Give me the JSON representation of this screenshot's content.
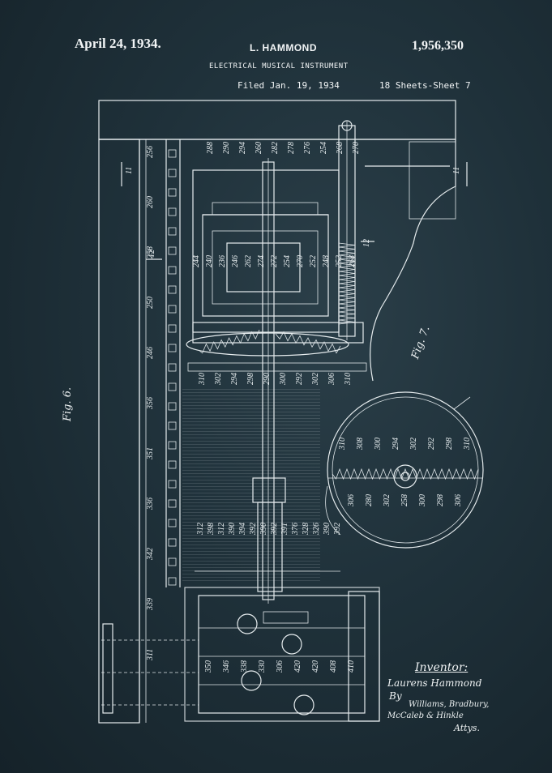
{
  "header": {
    "date": "April 24, 1934.",
    "inventor": "L. HAMMOND",
    "patent_number": "1,956,350",
    "title": "ELECTRICAL MUSICAL INSTRUMENT",
    "filed": "Filed Jan. 19, 1934",
    "sheets": "18 Sheets-Sheet 7"
  },
  "figures": {
    "fig6": "Fig. 6.",
    "fig7": "Fig. 7."
  },
  "signature": {
    "inventor_label": "Inventor:",
    "inventor_name": "Laurens Hammond",
    "by": "By",
    "attorney_1": "Williams, Bradbury,",
    "attorney_2": "McCaleb & Hinkle",
    "attorney_3": "Attys."
  },
  "reference_numerals": {
    "section_marks": [
      "11",
      "11",
      "12",
      "12"
    ],
    "left_column": [
      "256",
      "260",
      "258",
      "250",
      "246",
      "356",
      "351",
      "336",
      "342",
      "339",
      "311"
    ],
    "top_row": [
      "288",
      "290",
      "294",
      "260",
      "282",
      "278",
      "276",
      "254",
      "268",
      "270"
    ],
    "middle": [
      "244",
      "240",
      "236",
      "246",
      "262",
      "274",
      "272",
      "254",
      "270",
      "252",
      "248",
      "252",
      "268"
    ],
    "lower_ring": [
      "310",
      "302",
      "294",
      "298",
      "290",
      "300",
      "292",
      "302",
      "306",
      "310"
    ],
    "shaft": [
      "312",
      "398",
      "312",
      "390",
      "394",
      "392",
      "390",
      "392",
      "391",
      "376",
      "328",
      "326",
      "390",
      "392"
    ],
    "gearbox": [
      "350",
      "346",
      "338",
      "330",
      "306",
      "420",
      "420",
      "408",
      "410"
    ],
    "fig7": [
      "310",
      "306",
      "308",
      "280",
      "300",
      "302",
      "294",
      "258",
      "302",
      "300",
      "292",
      "298",
      "298",
      "306",
      "310"
    ]
  }
}
